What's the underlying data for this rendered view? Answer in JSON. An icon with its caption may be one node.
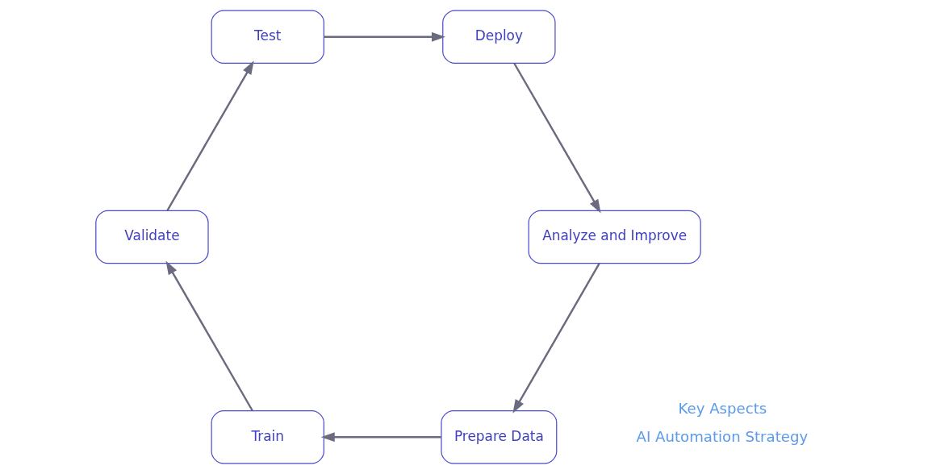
{
  "diagram": {
    "nodes": [
      {
        "text": [
          "Prepare Data"
        ]
      },
      {
        "text": [
          "Train"
        ]
      },
      {
        "text": [
          "Validate"
        ]
      },
      {
        "text": [
          "Test"
        ]
      },
      {
        "text": [
          "Deploy"
        ]
      },
      {
        "text": [
          "Analyze and Improve"
        ]
      }
    ],
    "edges": [
      {
        "from": 0,
        "to": 1,
        "arrow": "to"
      },
      {
        "from": 1,
        "to": 2,
        "arrow": "to"
      },
      {
        "from": 2,
        "to": 3,
        "arrow": "to"
      },
      {
        "from": 3,
        "to": 4,
        "arrow": "to"
      },
      {
        "from": 4,
        "to": 5,
        "arrow": "to"
      },
      {
        "from": 5,
        "to": 0,
        "arrow": "to"
      }
    ],
    "labels": [
      "Key Aspects",
      "AI Automation Strategy"
    ]
  }
}
